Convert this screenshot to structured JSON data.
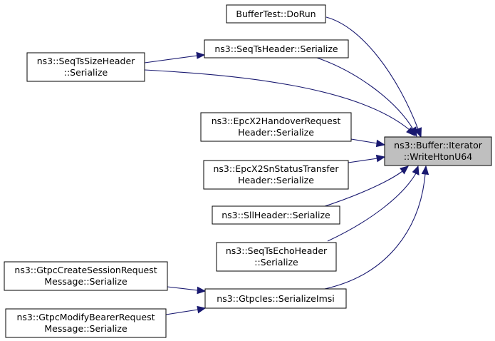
{
  "colors": {
    "edge": "#191970",
    "focus_fill": "#bfbfbf",
    "node_fill": "#ffffff",
    "node_stroke": "#000000"
  },
  "target": {
    "line1": "ns3::Buffer::Iterator",
    "line2": "::WriteHtonU64"
  },
  "callers": {
    "buffertest_dorun": {
      "line1": "BufferTest::DoRun"
    },
    "seqtsheader_serialize": {
      "line1": "ns3::SeqTsHeader::Serialize"
    },
    "seqtssizeheader_serialize": {
      "line1": "ns3::SeqTsSizeHeader",
      "line2": "::Serialize"
    },
    "epcx2handoverrequest_serialize": {
      "line1": "ns3::EpcX2HandoverRequest",
      "line2": "Header::Serialize"
    },
    "epcx2snstatustransfer_serialize": {
      "line1": "ns3::EpcX2SnStatusTransfer",
      "line2": "Header::Serialize"
    },
    "sllheader_serialize": {
      "line1": "ns3::SllHeader::Serialize"
    },
    "seqtsechoheader_serialize": {
      "line1": "ns3::SeqTsEchoHeader",
      "line2": "::Serialize"
    },
    "gtpcies_serializeimsi": {
      "line1": "ns3::GtpcIes::SerializeImsi"
    },
    "gtpccreatesession_serialize": {
      "line1": "ns3::GtpcCreateSessionRequest",
      "line2": "Message::Serialize"
    },
    "gtpcmodifybearer_serialize": {
      "line1": "ns3::GtpcModifyBearerRequest",
      "line2": "Message::Serialize"
    }
  }
}
